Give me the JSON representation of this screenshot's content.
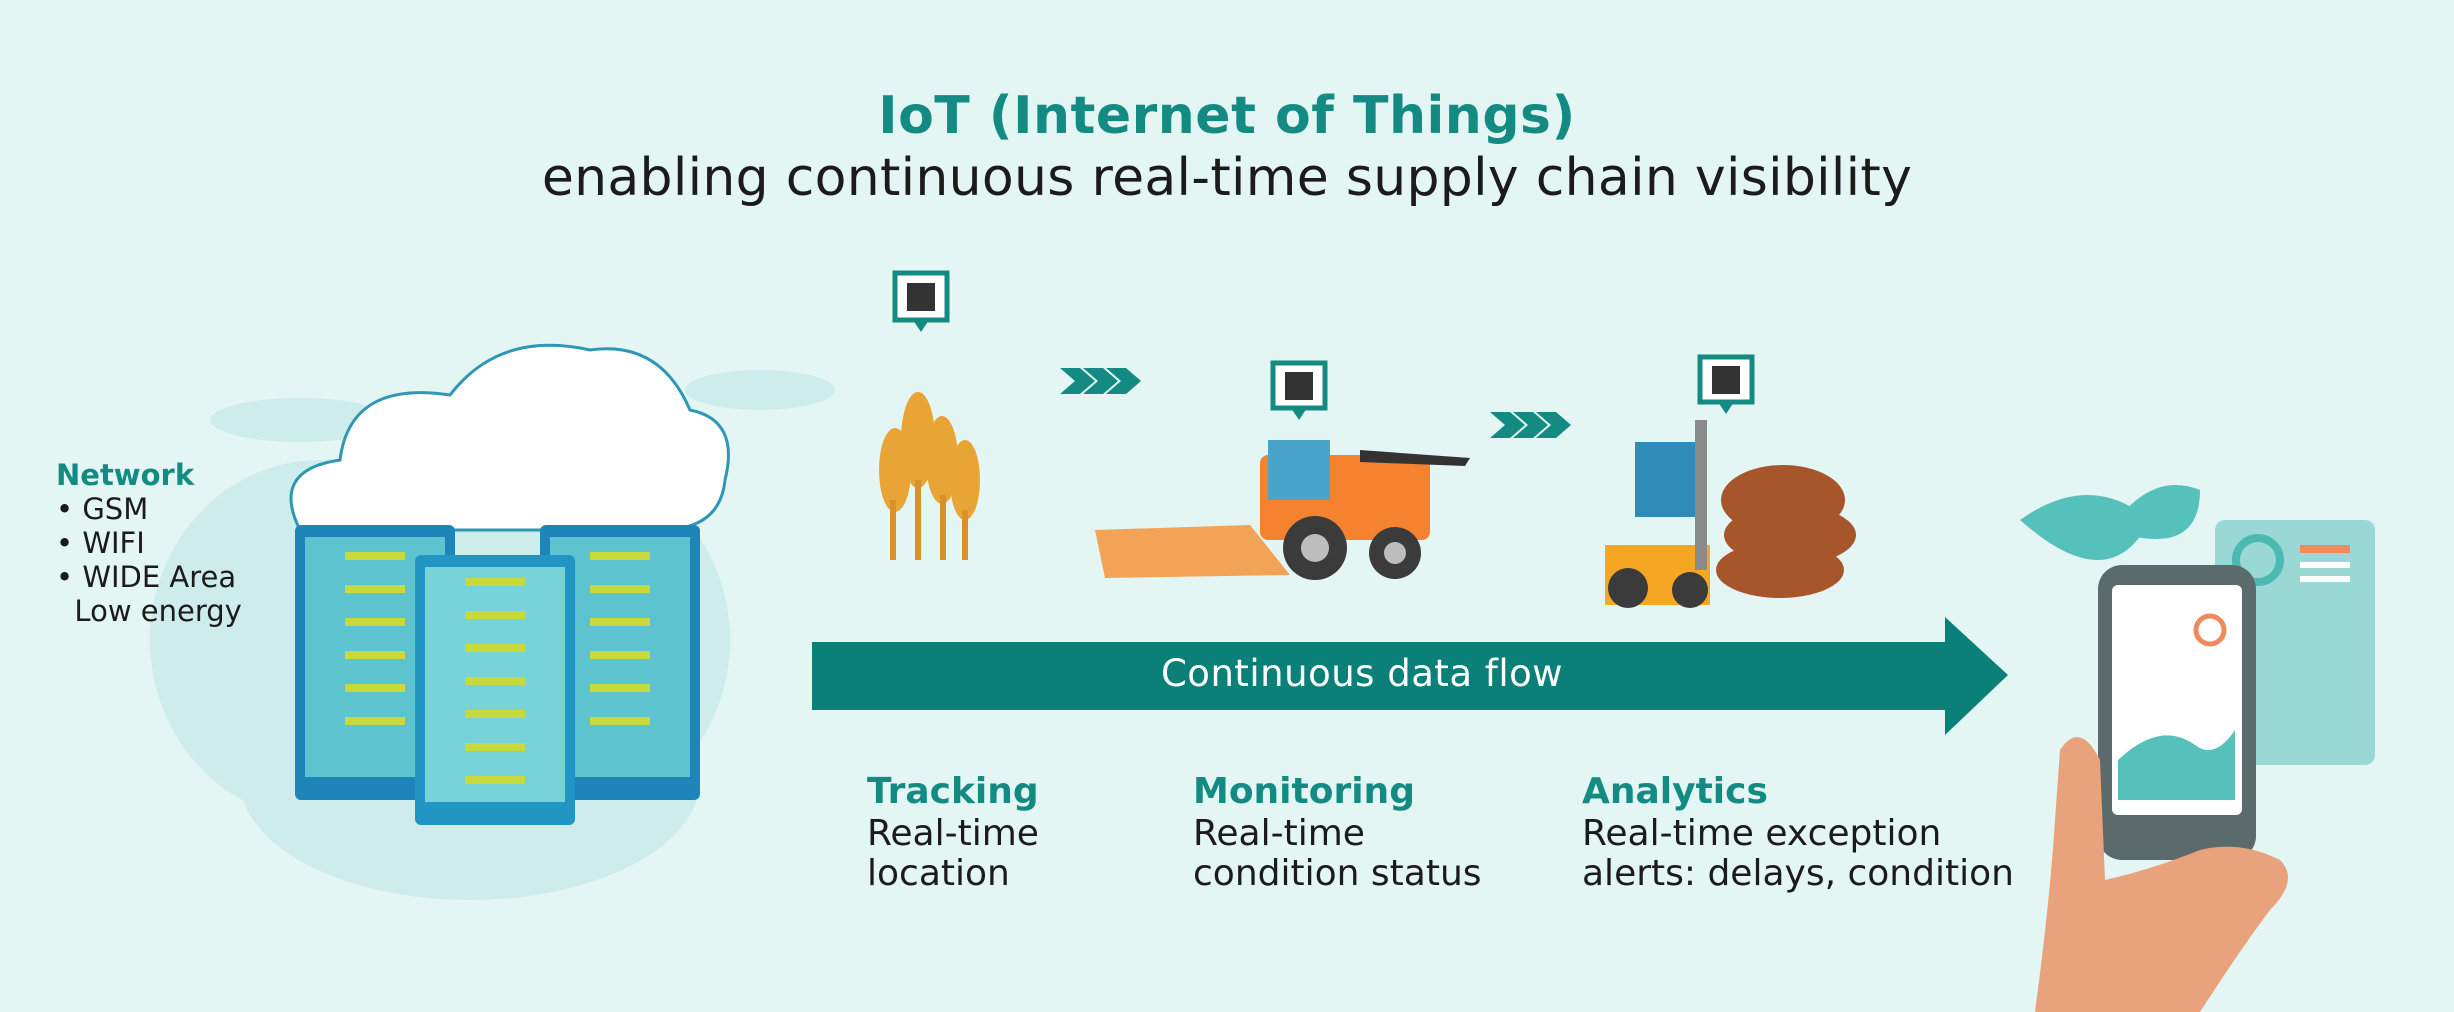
{
  "header": {
    "title": "IoT (Internet of Things)",
    "subtitle": "enabling continuous real-time supply chain visibility"
  },
  "network": {
    "heading": "Network",
    "items": [
      "• GSM",
      "• WIFI",
      "• WIDE Area",
      "  Low energy"
    ]
  },
  "flow": {
    "label": "Continuous data flow"
  },
  "features": [
    {
      "title": "Tracking",
      "lines": [
        "Real-time",
        "location"
      ]
    },
    {
      "title": "Monitoring",
      "lines": [
        "Real-time",
        "condition status"
      ]
    },
    {
      "title": "Analytics",
      "lines": [
        "Real-time exception",
        "alerts: delays, condition"
      ]
    }
  ],
  "colors": {
    "background": "#e4f6f4",
    "accent_teal": "#138b83",
    "arrow": "#0b8078",
    "text": "#1b1b1b"
  },
  "icons": [
    "cloud-icon",
    "server-rack-icon",
    "wheat-icon",
    "qr-code-tag-icon",
    "chevron-arrows-icon",
    "combine-harvester-icon",
    "forklift-icon",
    "grain-sacks-icon",
    "smartphone-icon",
    "hand-icon",
    "dashboard-card-icon"
  ]
}
